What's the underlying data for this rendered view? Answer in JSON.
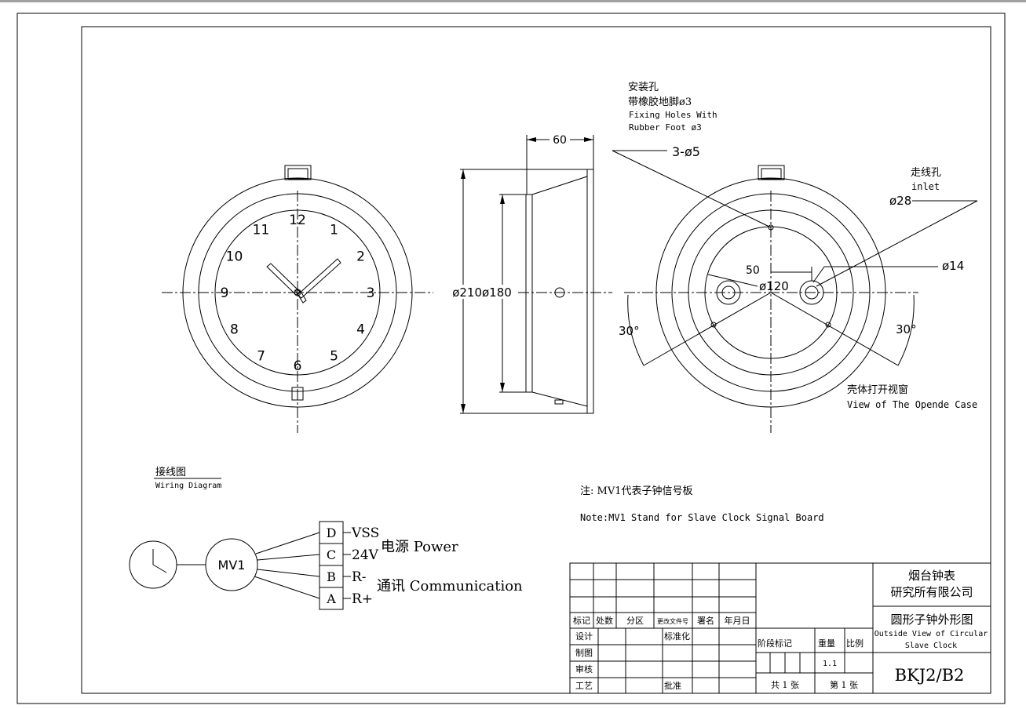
{
  "front_view": {
    "numerals": [
      "12",
      "1",
      "2",
      "3",
      "4",
      "5",
      "6",
      "7",
      "8",
      "9",
      "10",
      "11"
    ]
  },
  "side_view": {
    "dim_depth": "60",
    "dim_outer": "ø210",
    "dim_inner": "ø180"
  },
  "back_view": {
    "fixing_cn_1": "安装孔",
    "fixing_cn_2": "带橡胶地脚ø3",
    "fixing_en_1": "Fixing Holes With",
    "fixing_en_2": "Rubber Foot ø3",
    "holes": "3-ø5",
    "inlet_cn": "走线孔",
    "inlet_en": "inlet",
    "inlet_dia": "ø28",
    "hole_dia": "ø14",
    "dim_50": "50",
    "dim_120": "ø120",
    "angle_left": "30°",
    "angle_right": "30°",
    "caption_cn": "壳体打开视窗",
    "caption_en": "View of The Opende Case"
  },
  "wiring": {
    "title_cn": "接线图",
    "title_en": "Wiring Diagram",
    "module": "MV1",
    "terminals": [
      {
        "id": "D",
        "signal": "VSS"
      },
      {
        "id": "C",
        "signal": "24V"
      },
      {
        "id": "B",
        "signal": "R-"
      },
      {
        "id": "A",
        "signal": "R+"
      }
    ],
    "power_label": "电源 Power",
    "comm_label": "通讯 Communication"
  },
  "notes": {
    "note_cn": "注: MV1代表子钟信号板",
    "note_en": "Note:MV1 Stand for Slave Clock Signal Board"
  },
  "title_block": {
    "rev_headers": [
      "标记",
      "处数",
      "分区",
      "更改文件号",
      "署名",
      "年月日"
    ],
    "design": "设计",
    "standard": "标准化",
    "drawn": "制图",
    "check": "审核",
    "process": "工艺",
    "approve": "批准",
    "stage": "阶段标记",
    "weight": "重量",
    "scale": "比例",
    "weight_value": "1.1",
    "total_sheets": "共 1 张",
    "sheet_no": "第 1 张",
    "company_1": "烟台钟表",
    "company_2": "研究所有限公司",
    "drawing_title_cn": "圆形子钟外形图",
    "drawing_title_en_1": "Outside View of Circular",
    "drawing_title_en_2": "Slave Clock",
    "drawing_no": "BKJ2/B2"
  }
}
